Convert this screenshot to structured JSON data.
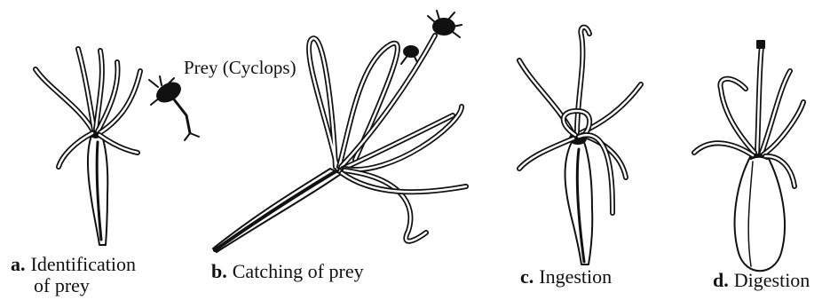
{
  "figure": {
    "prey_label": "Prey (Cyclops)",
    "panels": [
      {
        "letter": "a.",
        "caption_line1": "Identification",
        "caption_line2": "of prey"
      },
      {
        "letter": "b.",
        "caption_line1": "Catching of prey"
      },
      {
        "letter": "c.",
        "caption_line1": "Ingestion"
      },
      {
        "letter": "d.",
        "caption_line1": "Digestion"
      }
    ],
    "colors": {
      "ink": "#111111",
      "tentacle_fill": "#ffffff",
      "body_fill": "#ffffff",
      "background": "#ffffff"
    }
  }
}
